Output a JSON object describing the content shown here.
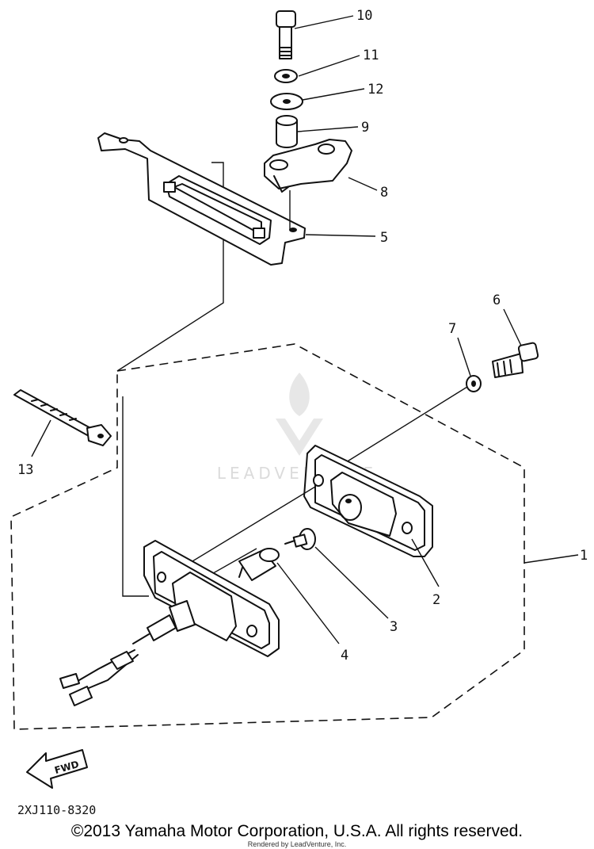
{
  "diagram": {
    "callouts": [
      {
        "id": "10",
        "label": "10"
      },
      {
        "id": "11",
        "label": "11"
      },
      {
        "id": "12",
        "label": "12"
      },
      {
        "id": "9",
        "label": "9"
      },
      {
        "id": "8",
        "label": "8"
      },
      {
        "id": "5",
        "label": "5"
      },
      {
        "id": "6",
        "label": "6"
      },
      {
        "id": "7",
        "label": "7"
      },
      {
        "id": "13",
        "label": "13"
      },
      {
        "id": "1",
        "label": "1"
      },
      {
        "id": "2",
        "label": "2"
      },
      {
        "id": "3",
        "label": "3"
      },
      {
        "id": "4",
        "label": "4"
      }
    ],
    "fwd_label": "FWD",
    "part_code": "2XJ110-8320",
    "watermark": "LEADVENTURE"
  },
  "footer": {
    "copyright": "©2013 Yamaha Motor Corporation, U.S.A. All rights reserved.",
    "rendered_by": "Rendered by LeadVenture, Inc."
  },
  "colors": {
    "ink": "#111111",
    "background": "#ffffff",
    "watermark": "#d9d9d9"
  }
}
